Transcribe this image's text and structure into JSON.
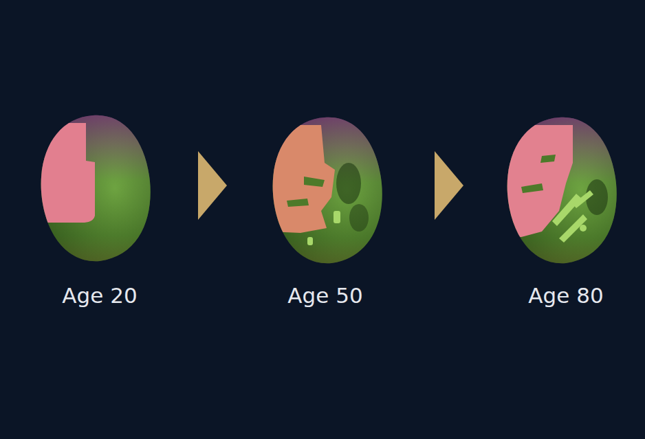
{
  "diagram": {
    "labels": [
      "Age 20",
      "Age 50",
      "Age 80"
    ]
  }
}
